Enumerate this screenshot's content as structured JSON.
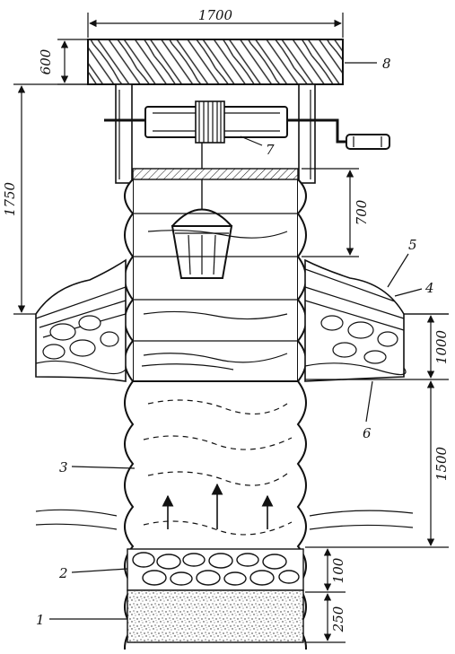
{
  "dimensions": {
    "roof_width": "1700",
    "roof_height": "600",
    "roof_to_ground": "1750",
    "windlass_to_log": "700",
    "clay_castle": "1000",
    "water_column": "1500",
    "gravel_filter": "100",
    "sand_layer": "250"
  },
  "labels": {
    "l1": "1",
    "l2": "2",
    "l3": "3",
    "l4": "4",
    "l5": "5",
    "l6": "6",
    "l7": "7",
    "l8": "8"
  }
}
